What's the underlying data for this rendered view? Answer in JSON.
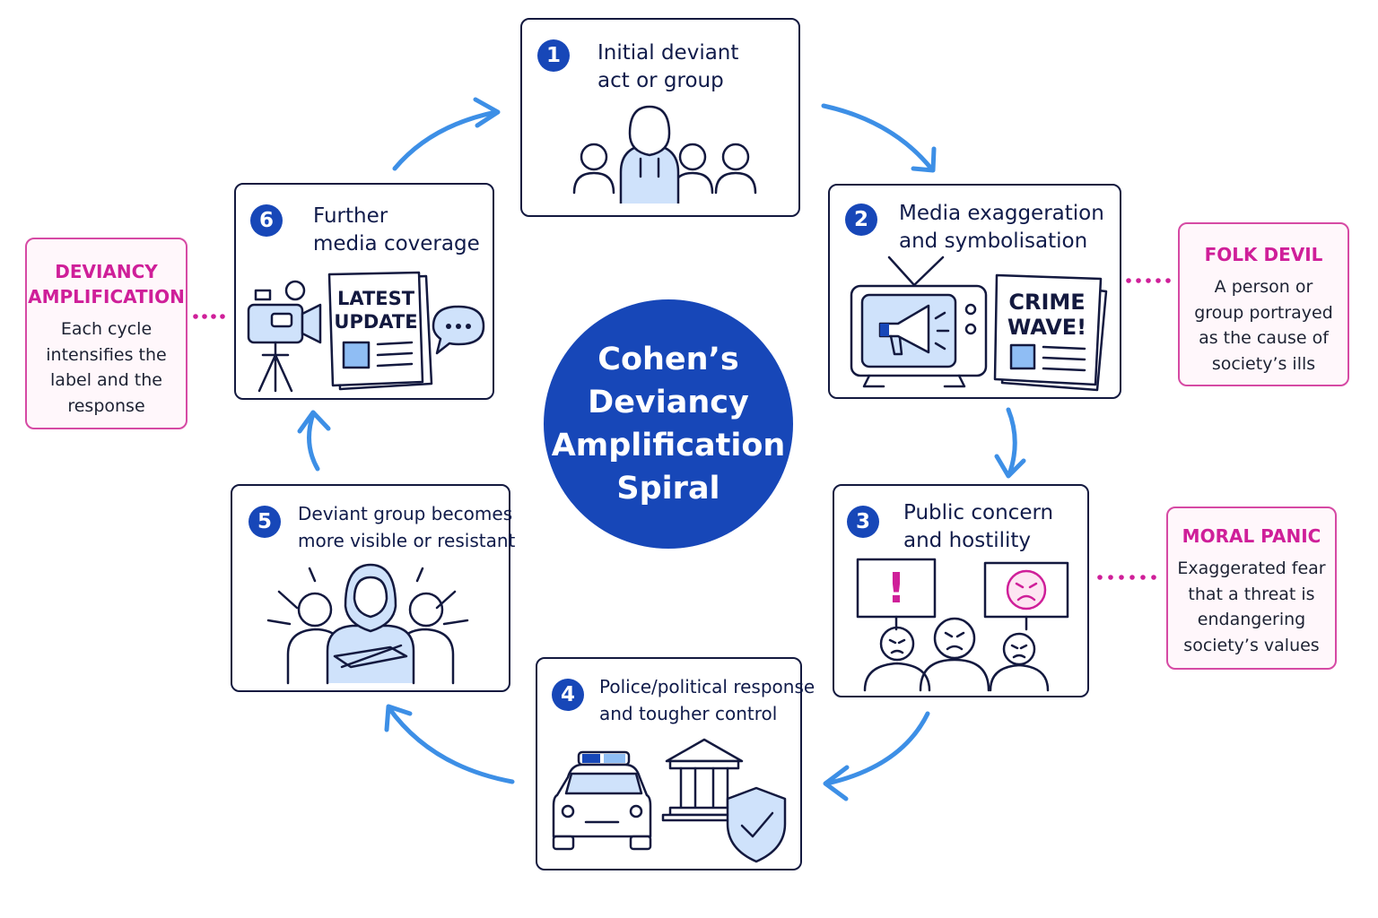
{
  "diagram": {
    "center_title": [
      "Cohen’s",
      "Deviancy",
      "Amplification",
      "Spiral"
    ],
    "steps": [
      {
        "number": "1",
        "title": [
          "Initial deviant",
          "act or group"
        ]
      },
      {
        "number": "2",
        "title": [
          "Media exaggeration",
          "and symbolisation"
        ],
        "newspaper": [
          "CRIME",
          "WAVE!"
        ]
      },
      {
        "number": "3",
        "title": [
          "Public concern",
          "and hostility"
        ],
        "sign_symbol": "!"
      },
      {
        "number": "4",
        "title": [
          "Police/political response",
          "and tougher control"
        ]
      },
      {
        "number": "5",
        "title": [
          "Deviant group becomes",
          "more visible or resistant"
        ]
      },
      {
        "number": "6",
        "title": [
          "Further",
          "media coverage"
        ],
        "newspaper": [
          "LATEST",
          "UPDATE"
        ]
      }
    ],
    "notes": [
      {
        "title": [
          "DEVIANCY",
          "AMPLIFICATION"
        ],
        "body": [
          "Each cycle",
          "intensifies the",
          "label and the",
          "response"
        ]
      },
      {
        "title": [
          "FOLK DEVIL"
        ],
        "body": [
          "A person or",
          "group portrayed",
          "as the cause of",
          "society’s ills"
        ]
      },
      {
        "title": [
          "MORAL PANIC"
        ],
        "body": [
          "Exaggerated fear",
          "that a threat is",
          "endangering",
          "society’s values"
        ]
      }
    ],
    "icons": [
      "person-group-icon",
      "tv-megaphone-icon",
      "newspaper-icon",
      "protest-sign-icon",
      "angry-face-icon",
      "police-car-icon",
      "government-building-icon",
      "shield-check-icon",
      "hooded-figure-icon",
      "video-camera-icon",
      "speech-bubble-icon",
      "cycle-arrow-icon"
    ],
    "colors": {
      "primary": "#1747b8",
      "arrow": "#3d8fe6",
      "icon_fill": "#cfe2fb",
      "accent": "#cf1f99",
      "outline": "#13193f"
    }
  }
}
